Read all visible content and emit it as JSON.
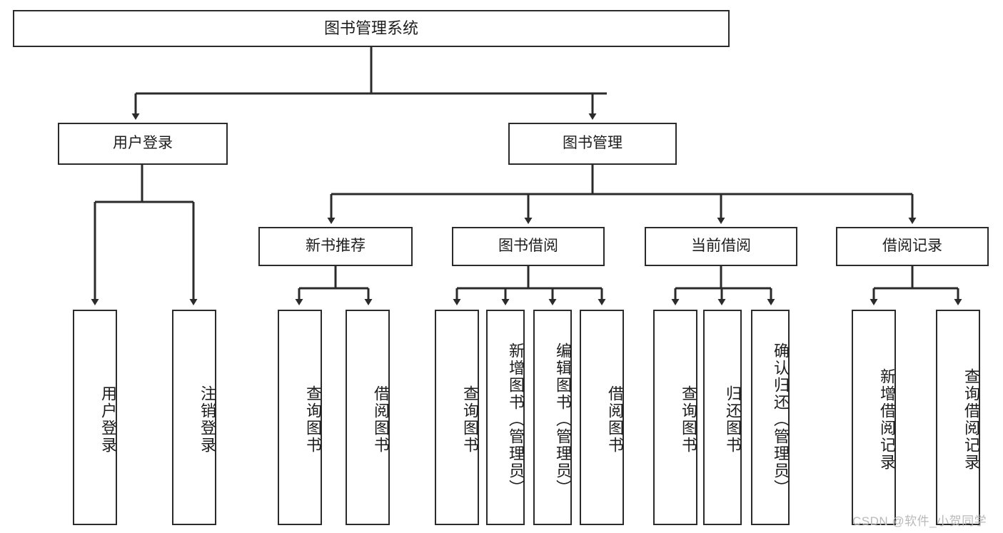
{
  "diagram": {
    "type": "tree",
    "title": "图书管理系统",
    "orientation": "top-down",
    "colors": {
      "background": "#ffffff",
      "node_border": "#2b2b2b",
      "node_fill": "#ffffff",
      "text": "#1d1d1d",
      "edge": "#2b2b2b",
      "watermark": "#b9b9b9"
    },
    "nodes": {
      "root": {
        "label": "图书管理系统"
      },
      "level2": [
        {
          "label": "用户登录"
        },
        {
          "label": "图书管理"
        }
      ],
      "level3": [
        {
          "label": "新书推荐"
        },
        {
          "label": "图书借阅"
        },
        {
          "label": "当前借阅"
        },
        {
          "label": "借阅记录"
        }
      ],
      "leaves_user_login": [
        {
          "label": "用户登录"
        },
        {
          "label": "注销登录"
        }
      ],
      "leaves_new_book": [
        {
          "label": "查询图书"
        },
        {
          "label": "借阅图书"
        }
      ],
      "leaves_borrow": [
        {
          "label": "查询图书"
        },
        {
          "label": "新增图书（管理员）"
        },
        {
          "label": "编辑图书（管理员）"
        },
        {
          "label": "借阅图书"
        }
      ],
      "leaves_current": [
        {
          "label": "查询图书"
        },
        {
          "label": "归还图书"
        },
        {
          "label": "确认归还（管理员）"
        }
      ],
      "leaves_records": [
        {
          "label": "新增借阅记录"
        },
        {
          "label": "查询借阅记录"
        }
      ]
    }
  },
  "watermark": {
    "text": "CSDN @软件_小贺同学"
  }
}
